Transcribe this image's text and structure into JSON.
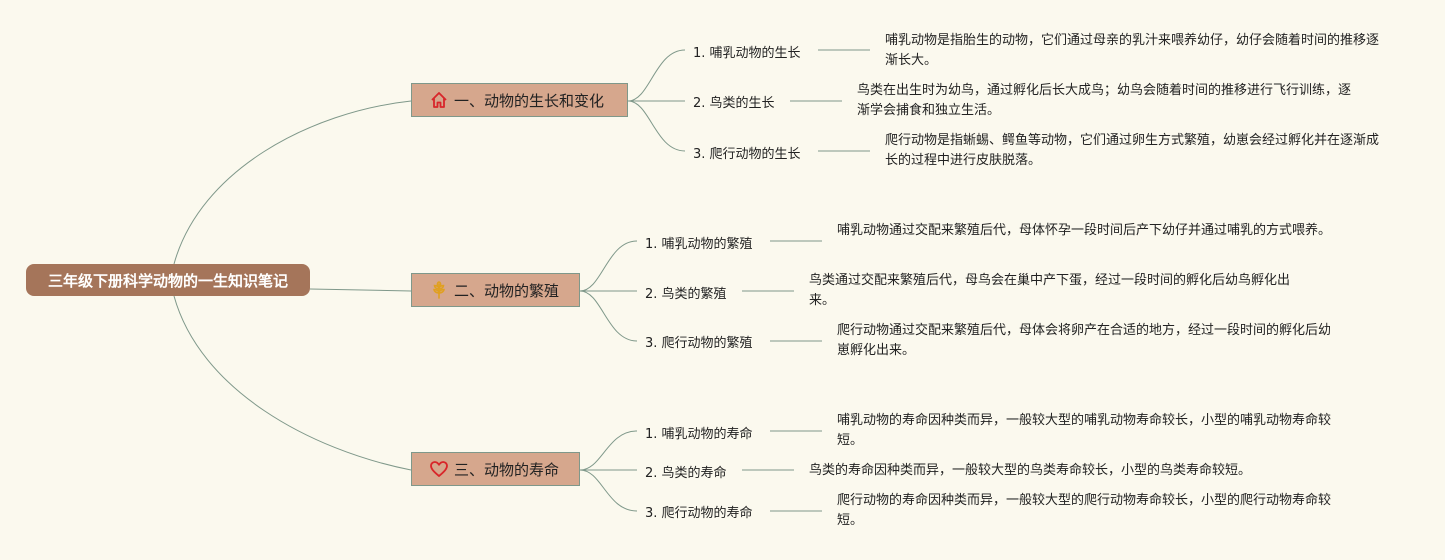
{
  "root": {
    "label": "三年级下册科学动物的一生知识笔记"
  },
  "colors": {
    "line": "#7f988a",
    "root_bg": "#a5755a",
    "branch_bg": "#d6a78d",
    "background": "#fbf9ee"
  },
  "branches": [
    {
      "label": "一、动物的生长和变化",
      "icon": "house-icon",
      "items": [
        {
          "label": "1. 哺乳动物的生长",
          "desc": "哺乳动物是指胎生的动物，它们通过母亲的乳汁来喂养幼仔，幼仔会随着时间的推移逐渐长大。"
        },
        {
          "label": "2. 鸟类的生长",
          "desc": "鸟类在出生时为幼鸟，通过孵化后长大成鸟；幼鸟会随着时间的推移进行飞行训练，逐渐学会捕食和独立生活。"
        },
        {
          "label": "3. 爬行动物的生长",
          "desc": "爬行动物是指蜥蜴、鳄鱼等动物，它们通过卵生方式繁殖，幼崽会经过孵化并在逐渐成长的过程中进行皮肤脱落。"
        }
      ]
    },
    {
      "label": "二、动物的繁殖",
      "icon": "wheat-icon",
      "items": [
        {
          "label": "1. 哺乳动物的繁殖",
          "desc": "哺乳动物通过交配来繁殖后代，母体怀孕一段时间后产下幼仔并通过哺乳的方式喂养。"
        },
        {
          "label": "2. 鸟类的繁殖",
          "desc": "鸟类通过交配来繁殖后代，母鸟会在巢中产下蛋，经过一段时间的孵化后幼鸟孵化出来。"
        },
        {
          "label": "3. 爬行动物的繁殖",
          "desc": "爬行动物通过交配来繁殖后代，母体会将卵产在合适的地方，经过一段时间的孵化后幼崽孵化出来。"
        }
      ]
    },
    {
      "label": "三、动物的寿命",
      "icon": "heart-icon",
      "items": [
        {
          "label": "1. 哺乳动物的寿命",
          "desc": "哺乳动物的寿命因种类而异，一般较大型的哺乳动物寿命较长，小型的哺乳动物寿命较短。"
        },
        {
          "label": "2. 鸟类的寿命",
          "desc": "鸟类的寿命因种类而异，一般较大型的鸟类寿命较长，小型的鸟类寿命较短。"
        },
        {
          "label": "3. 爬行动物的寿命",
          "desc": "爬行动物的寿命因种类而异，一般较大型的爬行动物寿命较长，小型的爬行动物寿命较短。"
        }
      ]
    }
  ]
}
